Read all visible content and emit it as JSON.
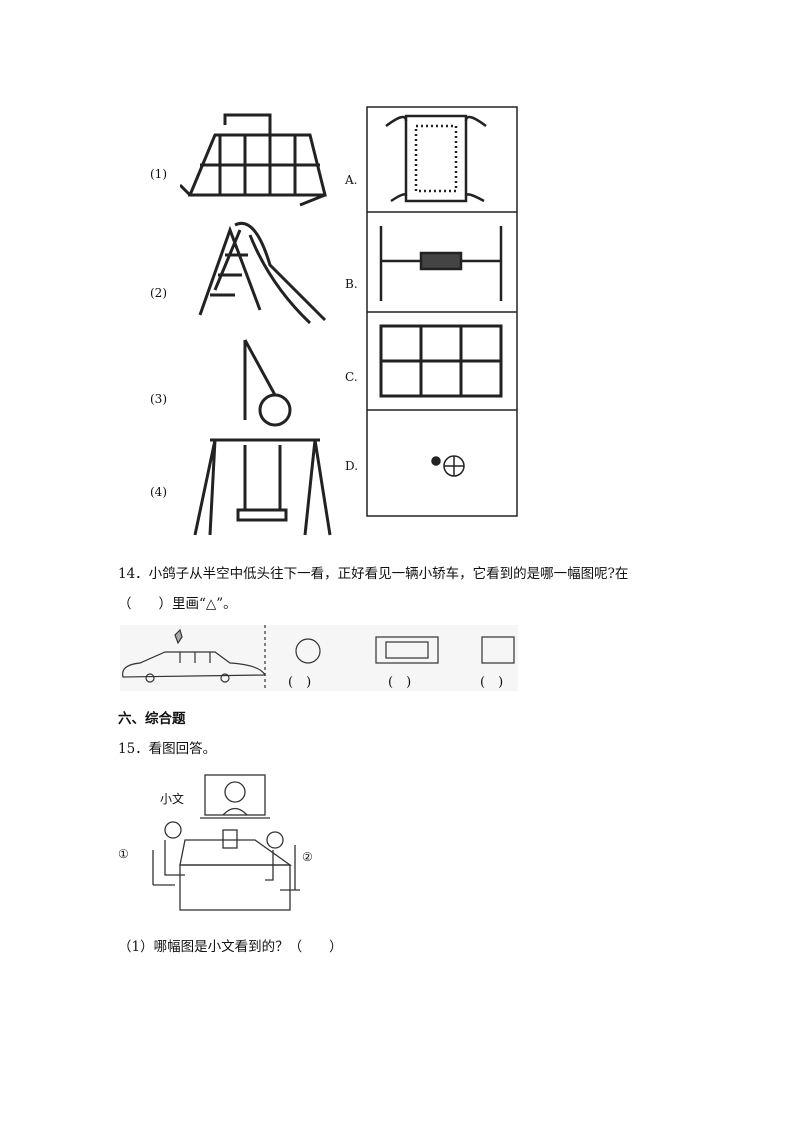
{
  "match_figure": {
    "left_labels": [
      "(1)",
      "(2)",
      "(3)",
      "(4)"
    ],
    "right_labels": [
      "A.",
      "B.",
      "C.",
      "D."
    ]
  },
  "q14": {
    "line1": "14．小鸽子从半空中低头往下一看，正好看见一辆小轿车，它看到的是哪一幅图呢?在",
    "line2": "（　　）里画“△”。",
    "choices": [
      "(　)",
      "(　)",
      "(　)"
    ]
  },
  "section": {
    "heading": "六、综合题"
  },
  "q15": {
    "title": "15．看图回答。",
    "figure": {
      "name_label": "小文",
      "left_mark": "①",
      "right_mark": "②"
    },
    "sub1": "（1）哪幅图是小文看到的？（　　）"
  }
}
